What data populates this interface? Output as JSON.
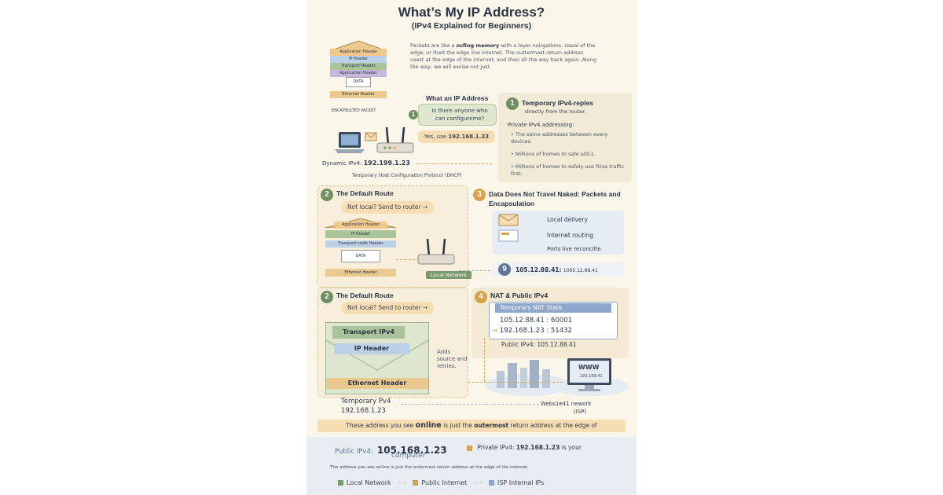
{
  "header": {
    "title": "What’s My IP Address?",
    "subtitle": "(IPv4 Explained for Beginners)"
  },
  "intro": {
    "lead": "Packets are like a",
    "bold": "ncfing memory",
    "rest": "with a layer noirgations. Useal of the edge, or theit the edge iine internet. The outtermost return address usest at the edge of the internet, and then all the way back again. Along the way, we will excise not just."
  },
  "packet_top": {
    "layers": [
      "Application Header",
      "IP Header",
      "Transport Header",
      "Application Header",
      "DATA",
      "Ethernet Header"
    ],
    "caption": "ENCAPSULTED PACKET"
  },
  "dhcp": {
    "heading": "What an IP Address",
    "question": "Is there anyone who can configureme?",
    "answer_lead": "Yes, use",
    "answer_ip": "192.168.1.23",
    "dynamic_label": "Dynamic IPv4:",
    "dynamic_ip": "192.199.1.23",
    "protocol": "Temporary Host Configuration Protocol (DHCP)"
  },
  "section1": {
    "number": "1",
    "title": "Temporary IPv4-reples",
    "subtitle": "directly from the router.",
    "private_label": "Private IPv4 addressing:",
    "bullets": [
      "The same addresses between every devices.",
      "Millions of homes to safe aOL1.",
      "Millions of homes to safely use fiiisa traffic first."
    ]
  },
  "section2a": {
    "number": "2",
    "title": "The Default Route",
    "pill": "Not local? Send to router →",
    "layers": [
      "Application Header",
      "IP Header",
      "Transport crabt Header",
      "DATA",
      "Ethernet Header"
    ],
    "local_network": "Local Network"
  },
  "section3": {
    "number": "3",
    "title": "Data Does Not Travel Naked: Packets and Encapsulation",
    "items": [
      "Local delivery",
      "Internet routing",
      "Ports live reconcilte."
    ],
    "badge": "9",
    "ip_bold": "105.12.88.41:",
    "ip_rest": "1095.12.88.41"
  },
  "section2b": {
    "number": "2",
    "title": "The Default Route",
    "pill": "Not local? Send to router →",
    "layers": [
      "Transport IPv4",
      "IP Header",
      "Ethernet Header"
    ],
    "note": "Adds source and retries.",
    "temp_label": "Temporary Pv4",
    "temp_ip": "192.168.1.23"
  },
  "section4": {
    "number": "4",
    "title": "NAT & Public IPv4",
    "nat_state": "Temporary NAT State",
    "row1": "105.12.88.41 : 60001",
    "row2_arrow": "→",
    "row2": "192.168.1.23 : 51432",
    "public_label": "Public IPv4:",
    "public_ip": "105.12.88.41",
    "screen_www": "WWW",
    "screen_ip": "192.169.41",
    "isp_line1": "Webs1e41 nework",
    "isp_line2": "(ISP)"
  },
  "banner": {
    "lead": "These address you see",
    "online": "online",
    "mid": "is just the",
    "outermost": "outermost",
    "rest": "return address at the edge of"
  },
  "summary": {
    "public_label": "Public IPv4:",
    "public_ip": "105.168.1.23",
    "private_label": "Private IPv4:",
    "private_ip": "192.168.1.23",
    "private_tail": "is your",
    "computer": "computer",
    "note": "The address you see online is just the outermost return address at the edge of the internet."
  },
  "legend": {
    "items": [
      {
        "label": "Local Network",
        "color": "#7a9a6c"
      },
      {
        "label": "Public Internet",
        "color": "#d8a24e"
      },
      {
        "label": "ISP Internal IPs",
        "color": "#8ea6cc"
      }
    ]
  },
  "colors": {
    "green": "#6f8f63",
    "orange": "#d8a24e",
    "blue": "#8ea6cc",
    "cream": "#fbf6ea"
  }
}
